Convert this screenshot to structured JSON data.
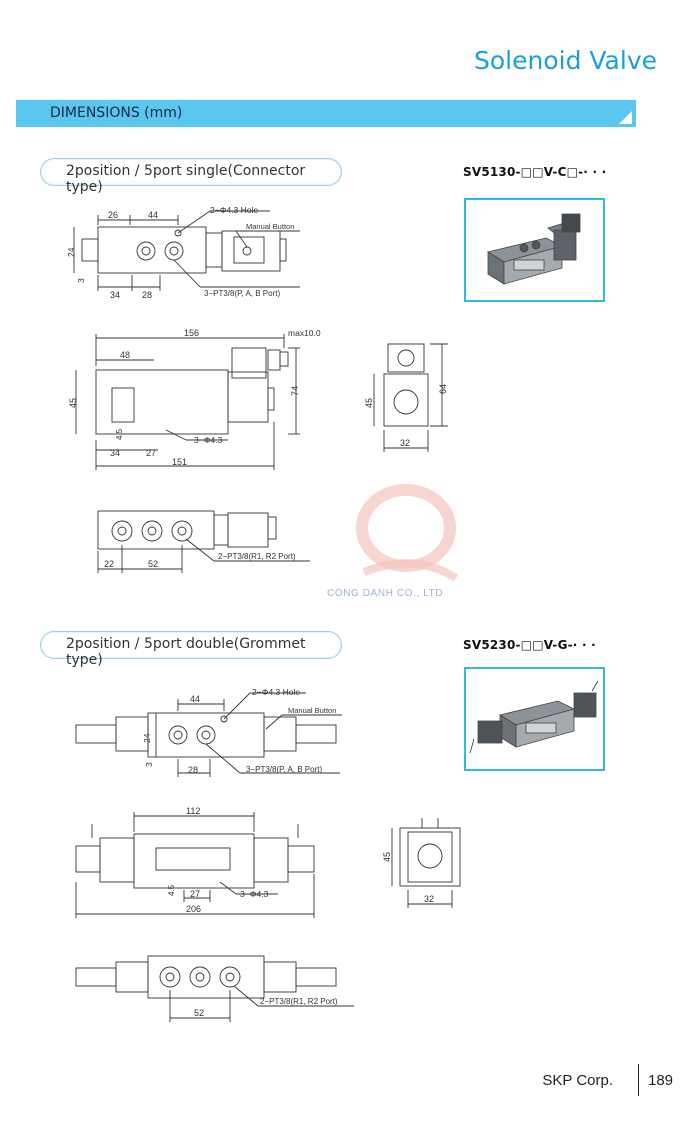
{
  "header": {
    "title": "Solenoid Valve"
  },
  "section": {
    "title": "DIMENSIONS (mm)"
  },
  "single": {
    "label": "2position / 5port single(Connector type)",
    "model": "SV5130-□□V-C□-· · ·",
    "top": {
      "d1": "26",
      "d2": "44",
      "hole": "2−Φ4.3 Hole",
      "button": "Manual Button",
      "h": "24",
      "h2": "3",
      "w1": "34",
      "w2": "28",
      "port": "3−PT3/8(P, A, B Port)"
    },
    "side": {
      "len": "156",
      "max": "max10.0",
      "d48": "48",
      "h45": "45",
      "h74": "74",
      "d45": "4.5",
      "w34": "34",
      "w27": "27",
      "hole3": "3−Φ4.3",
      "total": "151"
    },
    "end": {
      "h45": "45",
      "h64": "64",
      "w32": "32"
    },
    "bottom": {
      "w22": "22",
      "w52": "52",
      "port": "2−PT3/8(R1, R2 Port)"
    }
  },
  "watermark": {
    "text": "CONG DANH CO., LTD"
  },
  "double": {
    "label": "2position / 5port double(Grommet type)",
    "model": "SV5230-□□V-G-· · ·",
    "top": {
      "d44": "44",
      "hole": "2−Φ4.3 Hole",
      "button": "Manual Button",
      "h24": "24",
      "h3": "3",
      "w28": "28",
      "port": "3−PT3/8(P, A, B Port)"
    },
    "side": {
      "len": "112",
      "d45": "4.5",
      "w27": "27",
      "hole3": "3−Φ4.3",
      "total": "206"
    },
    "end": {
      "h45": "45",
      "w32": "32"
    },
    "bottom": {
      "w52": "52",
      "port": "2−PT3/8(R1, R2 Port)"
    }
  },
  "footer": {
    "company": "SKP Corp.",
    "page": "189"
  }
}
